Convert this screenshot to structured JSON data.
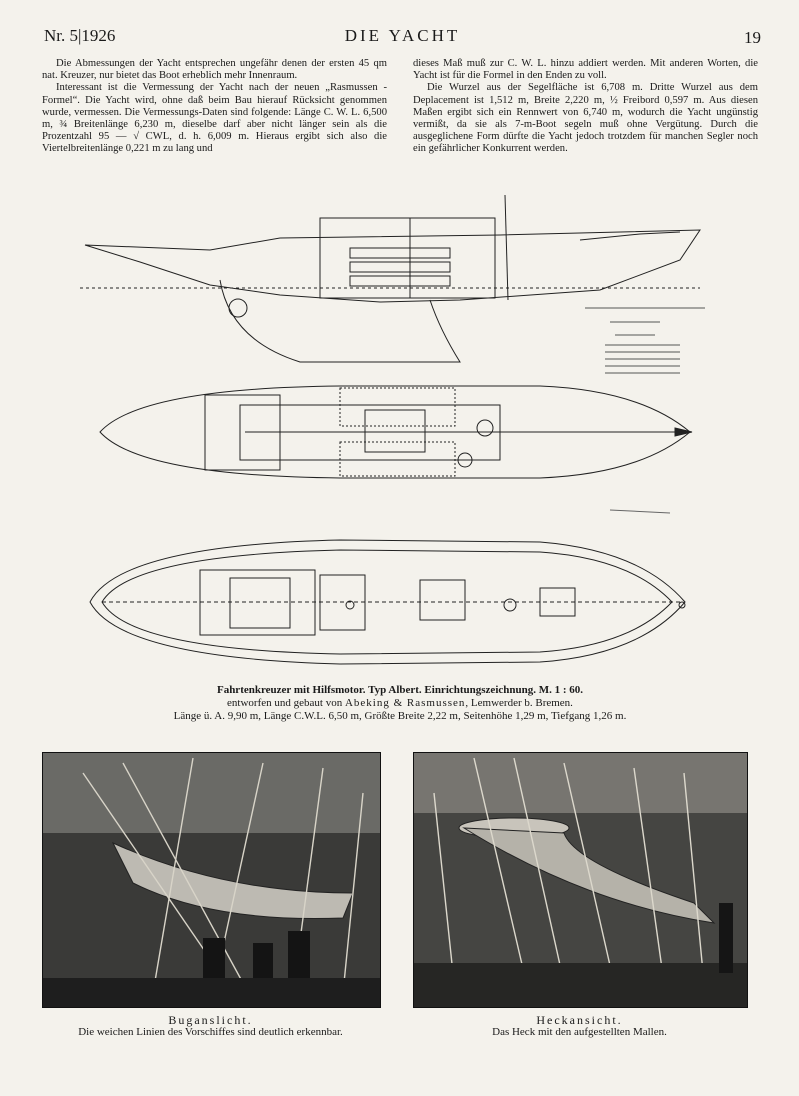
{
  "header": {
    "issue": "Nr. 5|1926",
    "title": "DIE YACHT",
    "page": "19"
  },
  "left_column": [
    "Die Abmessungen der Yacht entsprechen ungefähr denen der ersten 45 qm nat. Kreuzer, nur bietet das Boot erheblich mehr Innenraum.",
    "Interessant ist die Vermessung der Yacht nach der neuen „Rasmussen - Formel“. Die Yacht wird, ohne daß beim Bau hierauf Rücksicht genommen wurde, vermessen. Die Vermessungs-Daten sind folgende: Länge C. W. L. 6,500 m, ¾ Breitenlänge 6,230 m, dieselbe darf aber nicht länger sein als die Prozentzahl 95 — √ CWL, d. h. 6,009 m. Hieraus ergibt sich also die Viertelbreitenlänge 0,221 m zu lang und"
  ],
  "right_column": [
    "dieses Maß muß zur C. W. L. hinzu addiert werden. Mit anderen Worten, die Yacht ist für die Formel in den Enden zu voll.",
    "Die Wurzel aus der Segelfläche ist 6,708 m. Dritte Wurzel aus dem Deplacement ist 1,512 m, Breite 2,220 m, ½ Freibord 0,597 m. Aus diesen Maßen ergibt sich ein Rennwert von 6,740 m, wodurch die Yacht ungünstig vermißt, da sie als 7-m-Boot segeln muß ohne Vergütung. Durch die ausgeglichene Form dürfte die Yacht jedoch trotzdem für manchen Segler noch ein gefährlicher Konkurrent werden."
  ],
  "drawing_caption": {
    "line1": "Fahrtenkreuzer mit Hilfsmotor. Typ Albert. Einrichtungszeichnung. M. 1 : 60.",
    "line2_prefix": "entworfen und gebaut von",
    "line2_builder": "Abeking & Rasmussen",
    "line2_suffix": ", Lemwerder b. Bremen.",
    "line3": "Länge ü. A. 9,90 m, Länge C.W.L. 6,50 m, Größte Breite 2,22 m, Seitenhöhe 1,29 m, Tiefgang 1,26 m."
  },
  "photos": {
    "left": {
      "title": "Buganslicht.",
      "caption": "Die weichen Linien des Vorschiffes sind deutlich erkennbar."
    },
    "right": {
      "title": "Heckansicht.",
      "caption": "Das Heck mit den aufgestellten Mallen."
    }
  }
}
